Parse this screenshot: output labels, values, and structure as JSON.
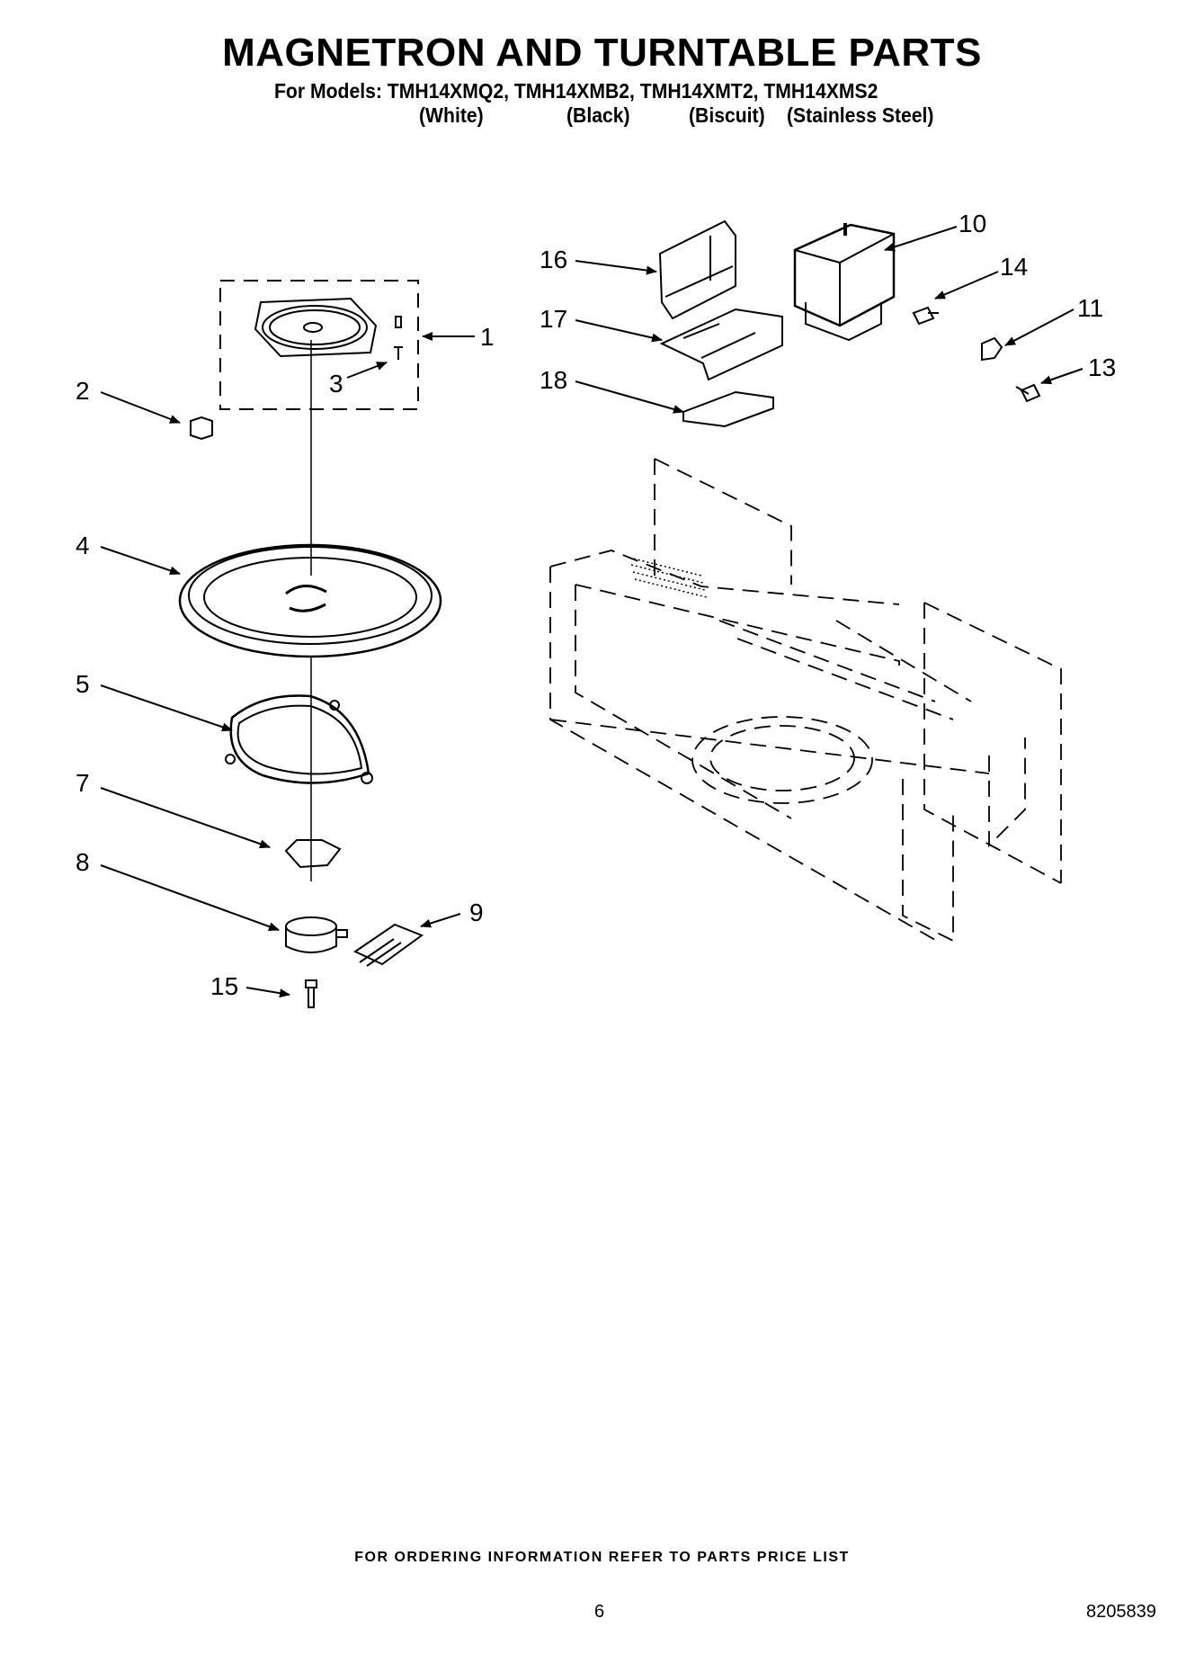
{
  "header": {
    "title": "MAGNETRON AND TURNTABLE PARTS",
    "models_line": "For Models: TMH14XMQ2, TMH14XMB2, TMH14XMT2, TMH14XMS2",
    "colors": [
      "(White)",
      "(Black)",
      "(Biscuit)",
      "(Stainless Steel)"
    ]
  },
  "callouts": [
    "1",
    "2",
    "3",
    "4",
    "5",
    "7",
    "8",
    "9",
    "15",
    "16",
    "17",
    "18",
    "10",
    "14",
    "11",
    "13"
  ],
  "footer": {
    "ordering_note": "FOR ORDERING INFORMATION REFER TO PARTS PRICE LIST",
    "page_number": "6",
    "document_number": "8205839"
  }
}
